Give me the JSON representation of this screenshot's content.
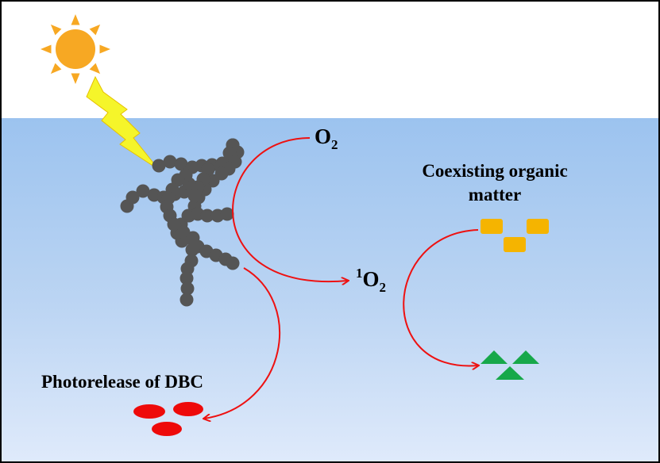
{
  "labels": {
    "o2_base": "O",
    "o2_sub": "2",
    "singlet_sup": "1",
    "singlet_base": "O",
    "singlet_sub": "2",
    "coexisting_line1": "Coexisting organic",
    "coexisting_line2": "matter",
    "photorelease": "Photorelease of DBC"
  },
  "colors": {
    "sun": "#f7a823",
    "lightning": "#f5f52a",
    "particle": "#555555",
    "arrow": "#ee1111",
    "organic_squares": "#f5b400",
    "products_triangles": "#17a84a",
    "dbc_ellipses": "#ee0a0a"
  },
  "icons": [
    "sun-icon",
    "lightning-icon",
    "soot-aggregate-icon"
  ]
}
